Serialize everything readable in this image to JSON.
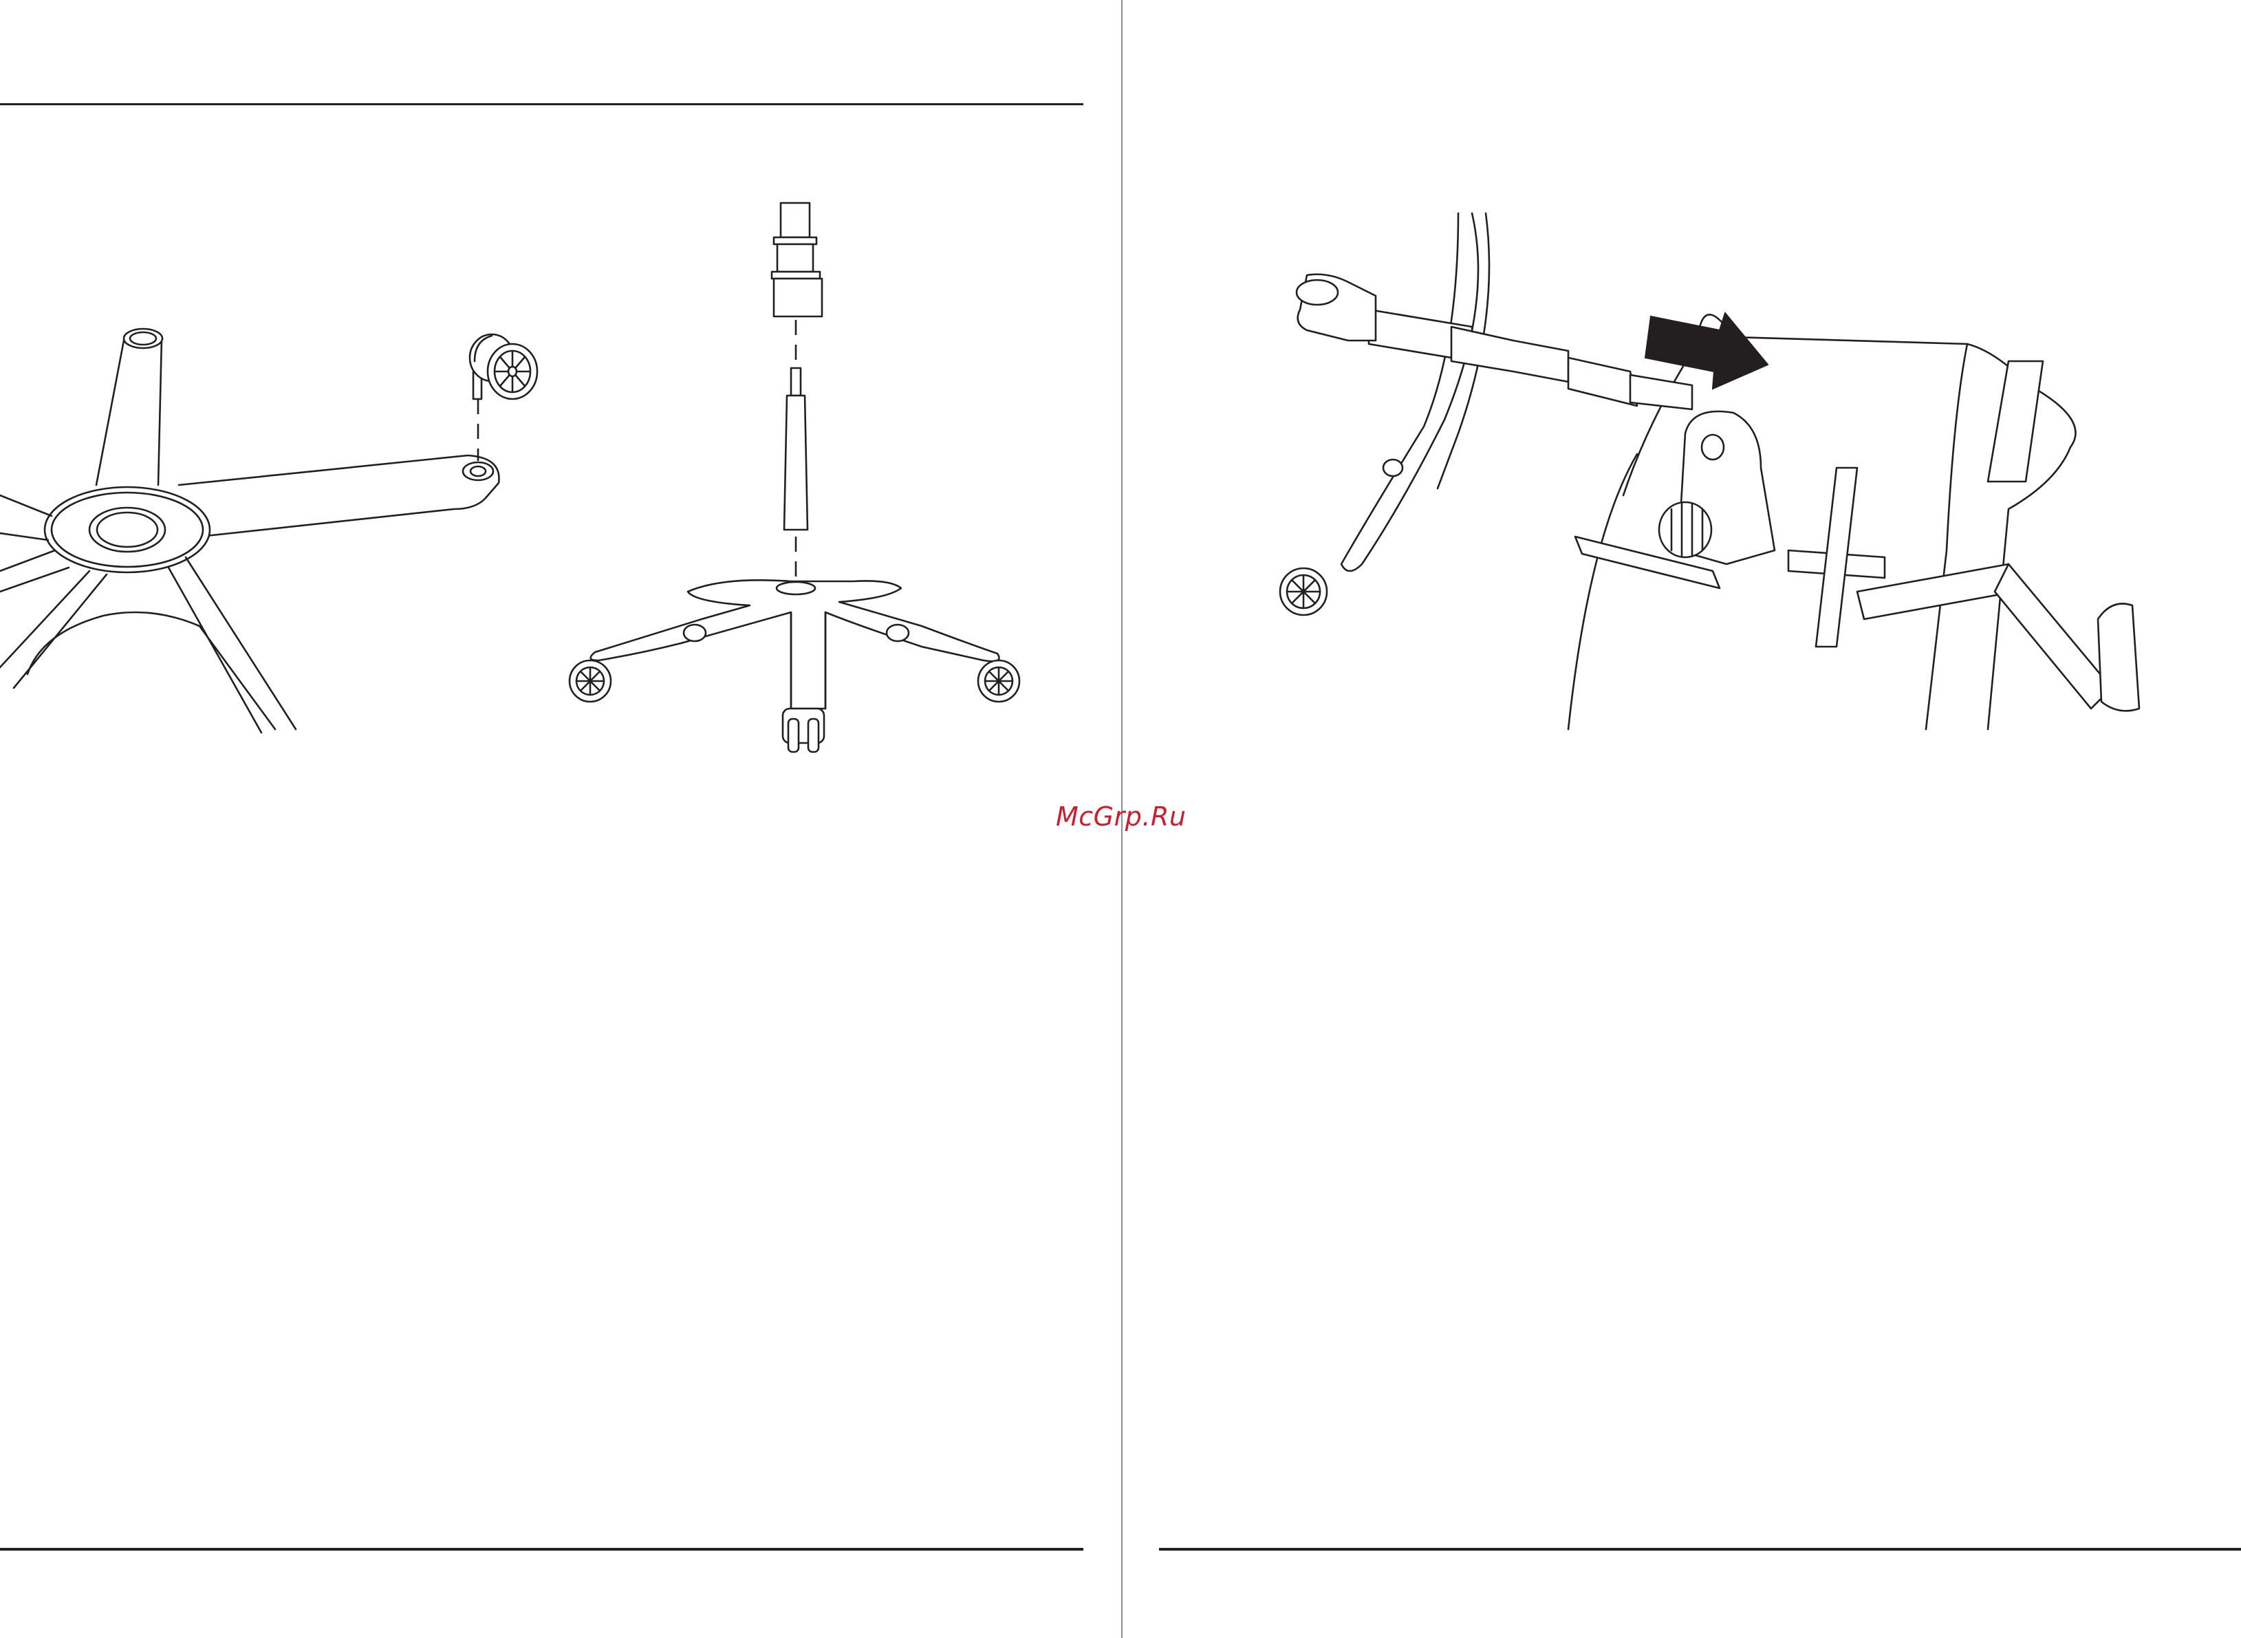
{
  "watermark": "McGrp.Ru",
  "colors": {
    "line": "#231f20",
    "divider": "#8c8c8c",
    "watermark": "#c8202f",
    "arrow": "#231f20"
  },
  "figures": [
    {
      "name": "caster-insertion-detail",
      "icon": "star-base-with-caster-illustration"
    },
    {
      "name": "gas-lift-base-assembly",
      "icon": "gas-lift-exploded-illustration"
    },
    {
      "name": "seat-mechanism-attachment",
      "icon": "seat-mechanism-arrow-illustration"
    }
  ]
}
